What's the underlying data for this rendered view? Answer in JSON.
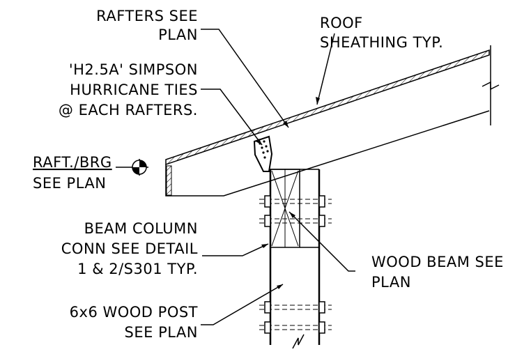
{
  "labels": {
    "rafters_l1": "RAFTERS SEE",
    "rafters_l2": "PLAN",
    "roof_l1": "ROOF",
    "roof_l2": "SHEATHING TYP.",
    "ties_l1": "'H2.5A' SIMPSON",
    "ties_l2": "HURRICANE TIES",
    "ties_l3": "@ EACH RAFTERS.",
    "raft_l1": "RAFT./BRG",
    "raft_l2": "SEE PLAN",
    "conn_l1": "BEAM COLUMN",
    "conn_l2": "CONN SEE DETAIL",
    "conn_l3": "1 & 2/S301 TYP.",
    "beam_l1": "WOOD BEAM SEE",
    "beam_l2": "PLAN",
    "post_l1": "6x6 WOOD POST",
    "post_l2": "SEE PLAN"
  },
  "icons": {
    "elevation_marker": "elevation-target-icon",
    "break_symbol": "break-line-icon"
  }
}
